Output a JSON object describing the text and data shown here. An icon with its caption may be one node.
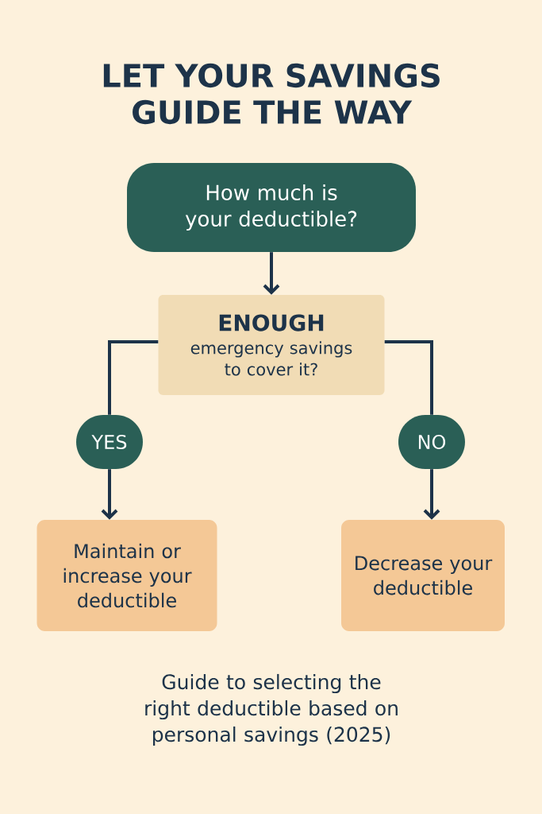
{
  "diagram": {
    "title": "LET YOUR SAVINGS GUIDE THE WAY",
    "caption": "Guide to selecting the right deductible based on personal savings (2025)",
    "nodes": [
      {
        "text": [
          "How much is your deductible?"
        ]
      },
      {
        "text": [
          "ENOUGH",
          "emergency savings to cover it?"
        ]
      },
      {
        "text": [
          "YES"
        ]
      },
      {
        "text": [
          "NO"
        ]
      },
      {
        "text": [
          "Maintain or increase your deductible"
        ]
      },
      {
        "text": [
          "Decrease your deductible"
        ]
      }
    ],
    "edges": [
      {
        "from": 0,
        "to": 1,
        "arrow": "to"
      },
      {
        "from": 1,
        "to": 2,
        "arrow": "none"
      },
      {
        "from": 2,
        "to": 4,
        "arrow": "to"
      },
      {
        "from": 1,
        "to": 3,
        "arrow": "none"
      },
      {
        "from": 3,
        "to": 5,
        "arrow": "to"
      }
    ]
  }
}
